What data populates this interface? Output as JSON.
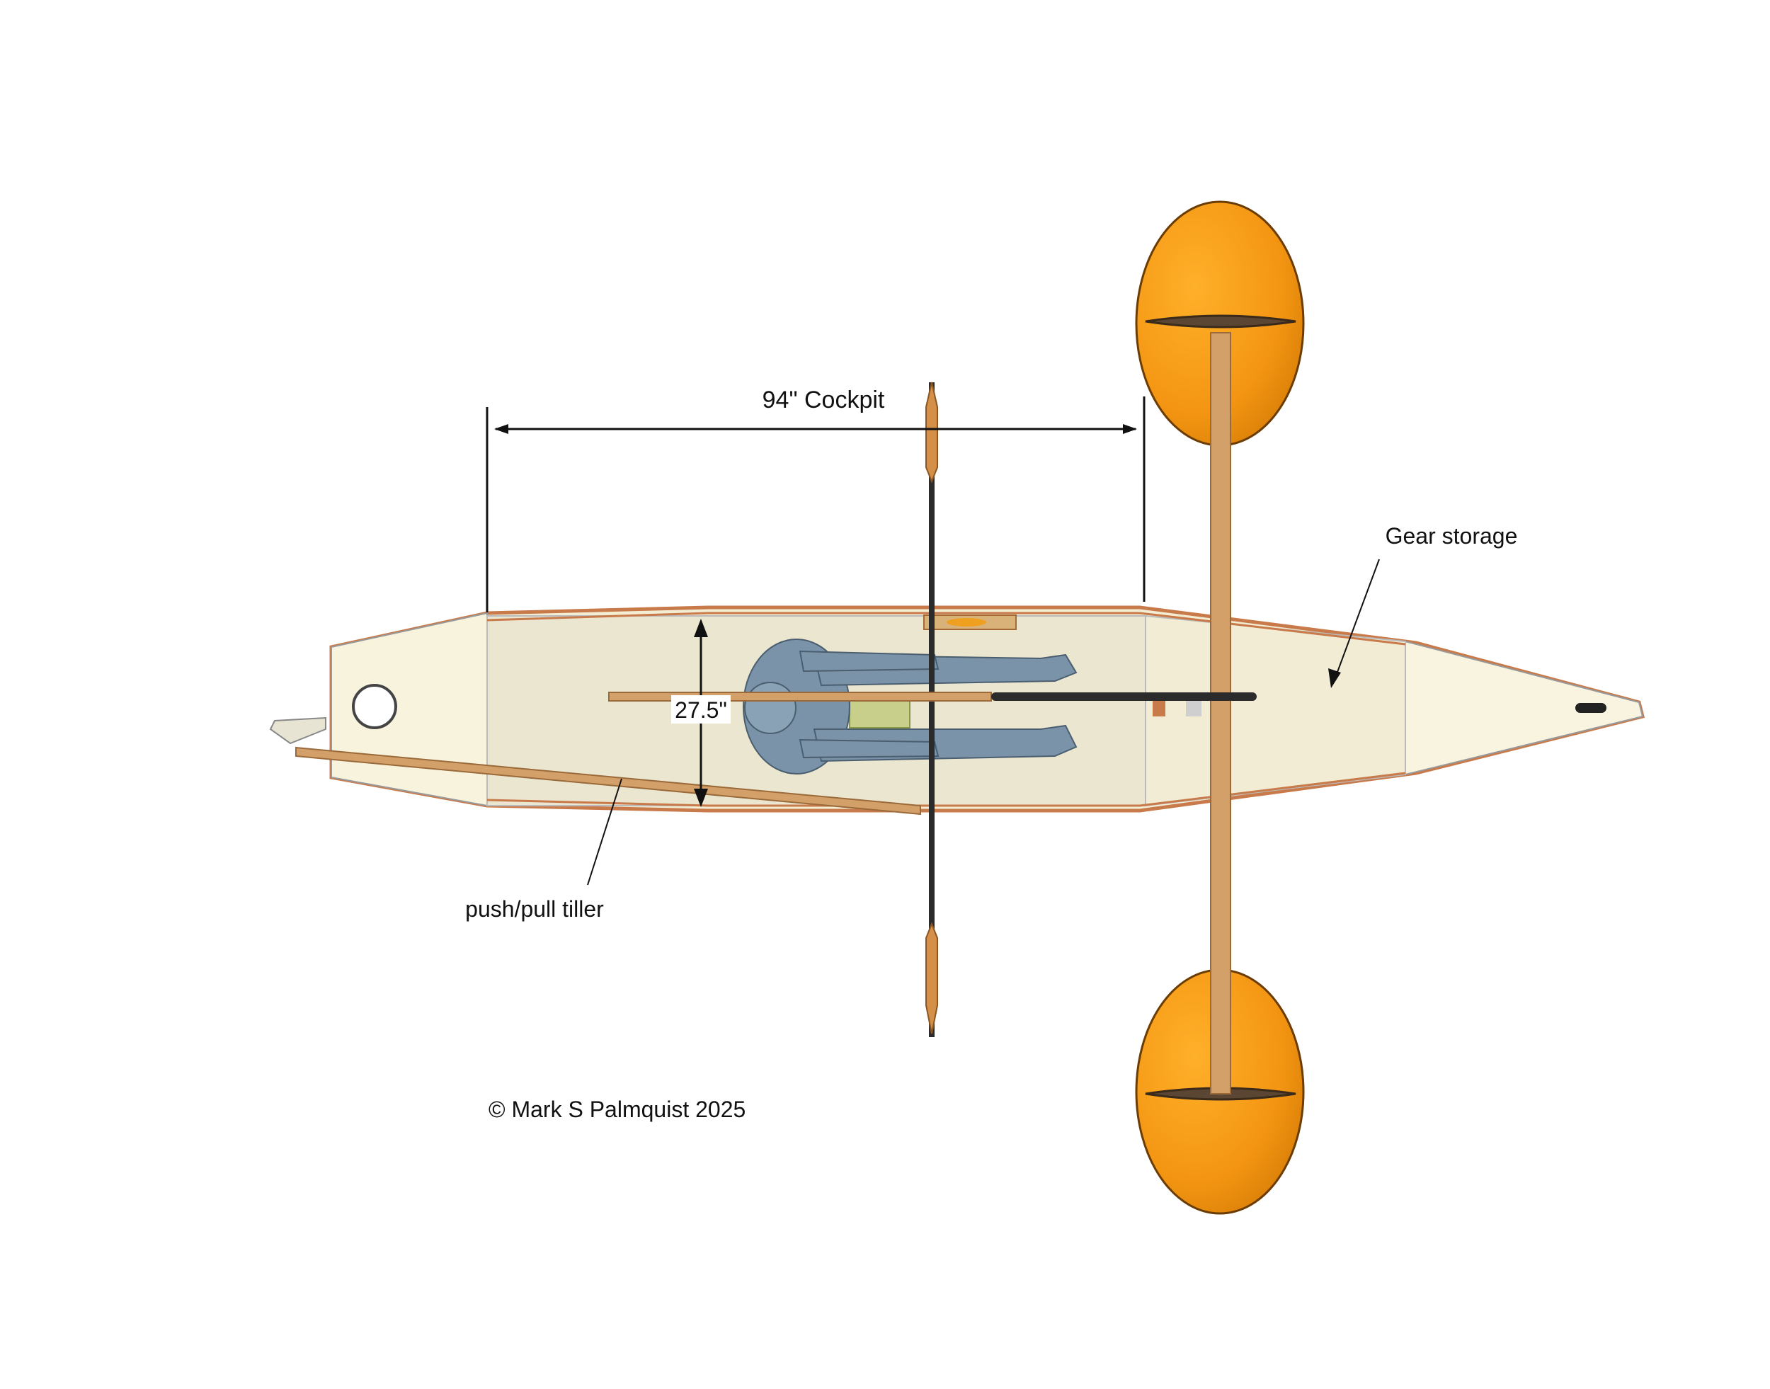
{
  "labels": {
    "cockpit": "94\" Cockpit",
    "beam": "27.5\"",
    "gear": "Gear storage",
    "tiller": "push/pull tiller",
    "copyright": "© Mark S Palmquist 2025"
  },
  "colors": {
    "hull_fill": "#f3edd4",
    "deck_fill": "#f7f2dc",
    "trim": "#c97a4a",
    "wood": "#d4a06a",
    "float_light": "#f8a01c",
    "float_dark": "#e58a0a",
    "figure": "#7a93a8",
    "paddle": "#2b2b2b"
  }
}
